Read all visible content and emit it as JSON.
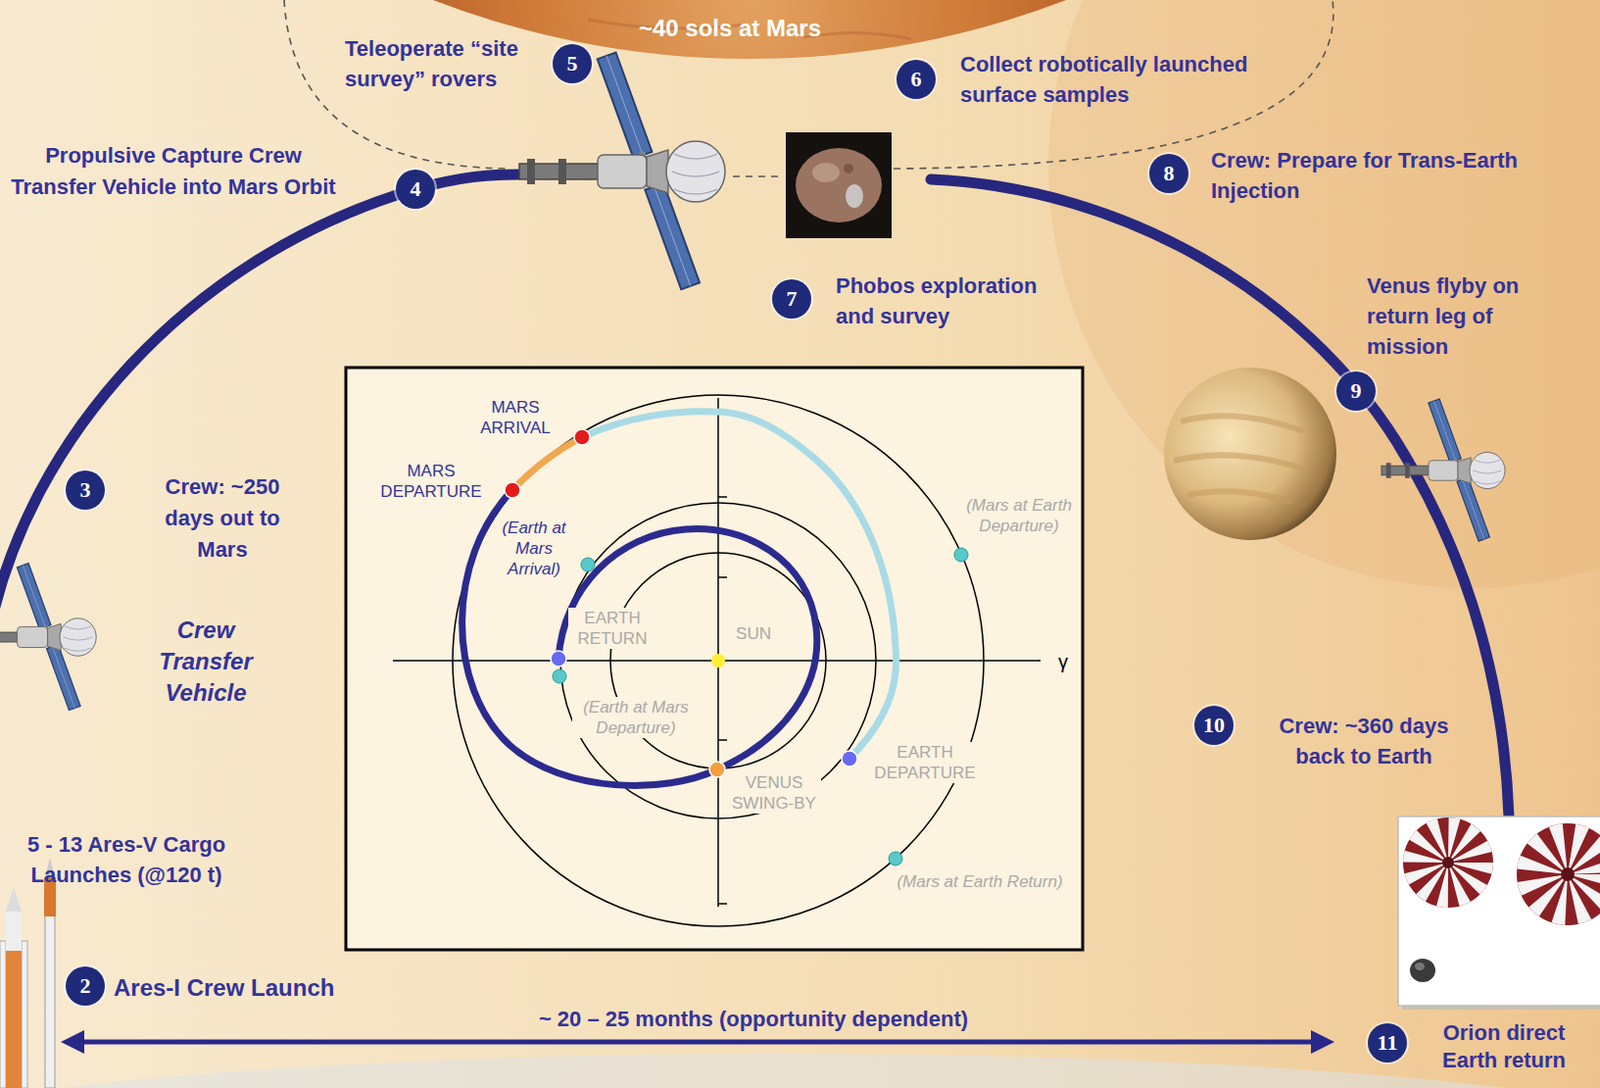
{
  "diagram": {
    "nodes": [
      {
        "text": [
          "2"
        ]
      },
      {
        "text": [
          "3"
        ]
      },
      {
        "text": [
          "4"
        ]
      },
      {
        "text": [
          "5"
        ]
      },
      {
        "text": [
          "6"
        ]
      },
      {
        "text": [
          "7"
        ]
      },
      {
        "text": [
          "8"
        ]
      },
      {
        "text": [
          "9"
        ]
      },
      {
        "text": [
          "10"
        ]
      },
      {
        "text": [
          "11"
        ]
      }
    ],
    "labels": [
      "~40 sols at Mars",
      "Teleoperate “site survey” rovers",
      "Collect robotically launched surface samples",
      "Propulsive Capture Crew Transfer Vehicle into Mars Orbit",
      "Crew: Prepare for Trans-Earth Injection",
      "Phobos exploration and survey",
      "Venus flyby on return leg of mission",
      "Crew: ~250 days out to Mars",
      "Crew Transfer Vehicle",
      "Crew: ~360 days back to Earth",
      "5 - 13 Ares-V Cargo Launches (@120 t)",
      "Ares-I Crew Launch",
      "~ 20 – 25 months (opportunity dependent)",
      "Orion direct Earth return",
      "MARS ARRIVAL",
      "MARS DEPARTURE",
      "(Earth at Mars Arrival)",
      "EARTH RETURN",
      "SUN",
      "(Mars at Earth Departure)",
      "(Earth at Mars Departure)",
      "EARTH DEPARTURE",
      "VENUS SWING-BY",
      "(Mars at Earth Return)",
      "γ"
    ]
  }
}
